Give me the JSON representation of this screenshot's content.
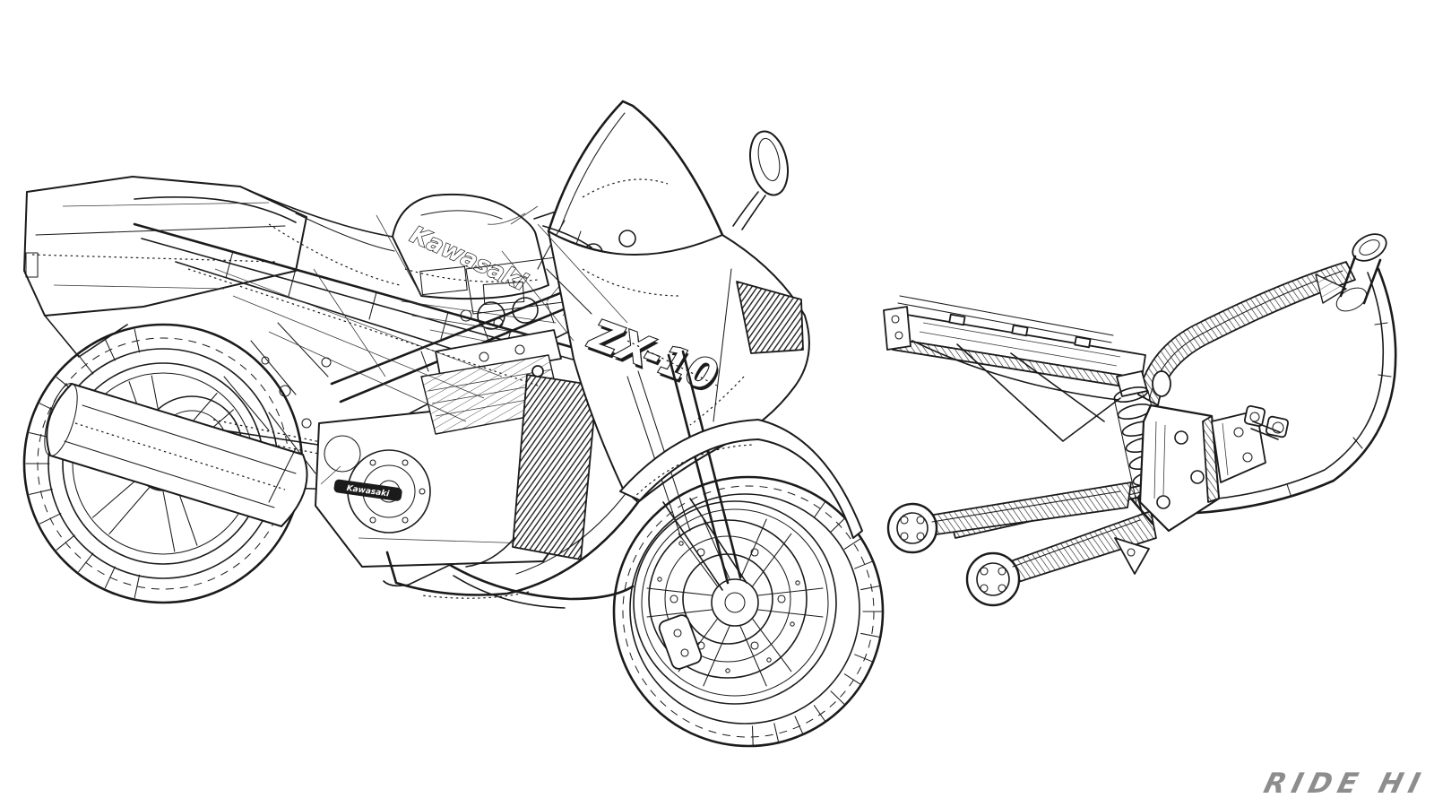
{
  "canvas": {
    "background": "#ffffff",
    "ink_color": "#1b1b1b",
    "detail_ink_color": "#3a3a3a"
  },
  "motorcycle": {
    "fairing_model_badge": "ZX-10",
    "tank_wordmark": "Kawasaki",
    "engine_cover_badge": "Kawasaki"
  },
  "watermark": {
    "text": "RIDE HI",
    "color": "#8d8d8d"
  }
}
